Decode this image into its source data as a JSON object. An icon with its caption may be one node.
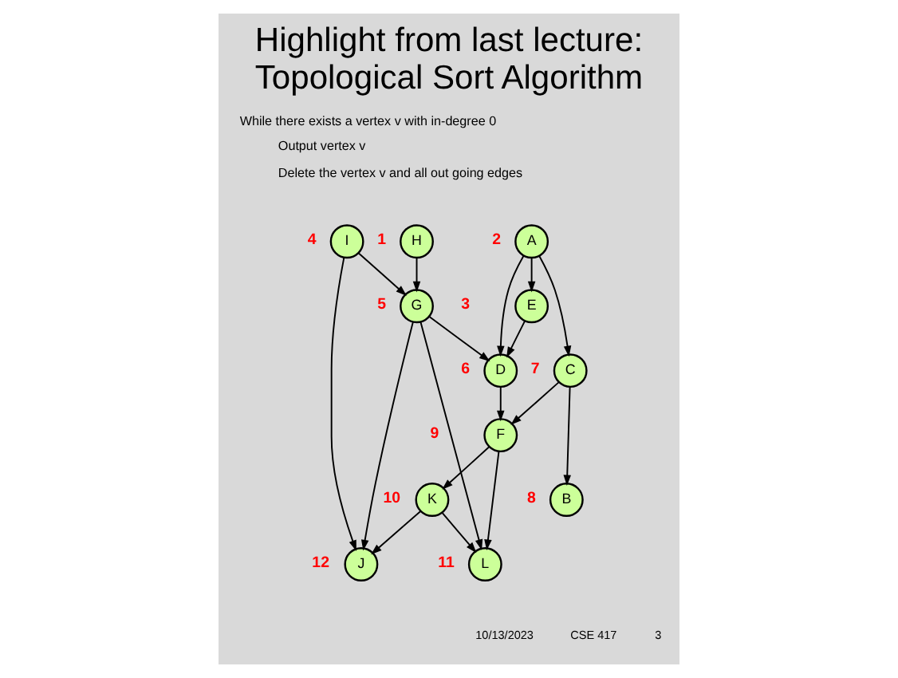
{
  "diagram": {
    "title": "Highlight from last lecture: Topological Sort Algorithm",
    "nodes": [
      {
        "text": [
          "A"
        ],
        "beside": [
          "2"
        ]
      },
      {
        "text": [
          "B"
        ],
        "beside": [
          "8"
        ]
      },
      {
        "text": [
          "C"
        ],
        "beside": [
          "7"
        ]
      },
      {
        "text": [
          "D"
        ],
        "beside": [
          "6"
        ]
      },
      {
        "text": [
          "E"
        ],
        "beside": [
          "3"
        ]
      },
      {
        "text": [
          "F"
        ],
        "beside": [
          "9"
        ]
      },
      {
        "text": [
          "G"
        ],
        "beside": [
          "5"
        ]
      },
      {
        "text": [
          "H"
        ],
        "beside": [
          "1"
        ]
      },
      {
        "text": [
          "I"
        ],
        "beside": [
          "4"
        ]
      },
      {
        "text": [
          "J"
        ],
        "beside": [
          "12"
        ]
      },
      {
        "text": [
          "K"
        ],
        "beside": [
          "10"
        ]
      },
      {
        "text": [
          "L"
        ],
        "beside": [
          "11"
        ]
      }
    ],
    "edges": [
      {
        "from": 0,
        "to": 4,
        "arrow": "to"
      },
      {
        "from": 0,
        "to": 3,
        "arrow": "to"
      },
      {
        "from": 0,
        "to": 2,
        "arrow": "to"
      },
      {
        "from": 4,
        "to": 3,
        "arrow": "to"
      },
      {
        "from": 2,
        "to": 5,
        "arrow": "to"
      },
      {
        "from": 2,
        "to": 1,
        "arrow": "to"
      },
      {
        "from": 3,
        "to": 5,
        "arrow": "to"
      },
      {
        "from": 6,
        "to": 3,
        "arrow": "to"
      },
      {
        "from": 7,
        "to": 6,
        "arrow": "to"
      },
      {
        "from": 8,
        "to": 6,
        "arrow": "to"
      },
      {
        "from": 8,
        "to": 9,
        "arrow": "to"
      },
      {
        "from": 6,
        "to": 9,
        "arrow": "to"
      },
      {
        "from": 6,
        "to": 11,
        "arrow": "to"
      },
      {
        "from": 5,
        "to": 10,
        "arrow": "to"
      },
      {
        "from": 5,
        "to": 11,
        "arrow": "to"
      },
      {
        "from": 10,
        "to": 11,
        "arrow": "to"
      },
      {
        "from": 10,
        "to": 9,
        "arrow": "to"
      }
    ],
    "labels": [
      "While there exists a vertex v with in-degree 0",
      "Output vertex v",
      "Delete the vertex v and all out going edges",
      "10/13/2023",
      "CSE 417",
      "3"
    ]
  }
}
